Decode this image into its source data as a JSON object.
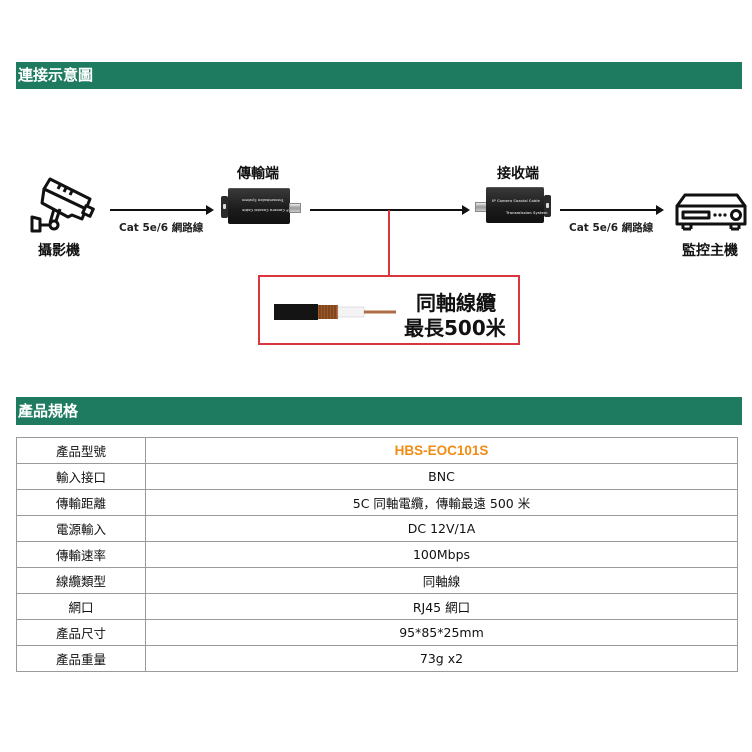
{
  "sections": {
    "connection_title": "連接示意圖",
    "spec_title": "產品規格"
  },
  "diagram": {
    "camera_label": "攝影機",
    "transmitter_label": "傳輸端",
    "receiver_label": "接收端",
    "nvr_label": "監控主機",
    "cable_left_label": "Cat 5e/6 網路線",
    "cable_right_label": "Cat 5e/6 網路線",
    "transmitter_text_1": "Transmission System",
    "transmitter_text_2": "IP Camera Coaxial Cable",
    "receiver_text_1": "IP Camera Coaxial Cable",
    "receiver_text_2": "Transmission System",
    "coax_title_line1": "同軸線纜",
    "coax_title_line2": "最長500米",
    "accent_red": "#d9363e"
  },
  "spec_table": {
    "rows": [
      {
        "key": "產品型號",
        "value": "HBS-EOC101S"
      },
      {
        "key": "輸入接口",
        "value": "BNC"
      },
      {
        "key": "傳輸距離",
        "value": "5C 同軸電纜，傳輸最遠 500 米"
      },
      {
        "key": "電源輸入",
        "value": "DC 12V/1A"
      },
      {
        "key": "傳輸速率",
        "value": "100Mbps"
      },
      {
        "key": "線纜類型",
        "value": "同軸線"
      },
      {
        "key": "網口",
        "value": "RJ45 網口"
      },
      {
        "key": "產品尺寸",
        "value": "95*85*25mm"
      },
      {
        "key": "產品重量",
        "value": "73g x2"
      }
    ],
    "model_color": "#f08c14",
    "header_bar_color": "#1e7b5f"
  }
}
